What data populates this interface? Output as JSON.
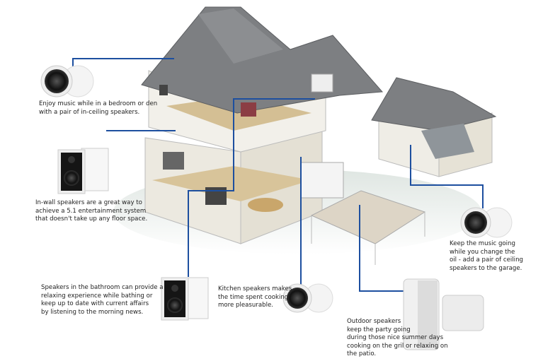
{
  "colors": {
    "connector": "#1d4f9f",
    "roof": "#7d7f82",
    "wall": "#f2f0ea",
    "floor": "#d8c49a"
  },
  "captions": {
    "bedroom": "Enjoy music while in a bedroom or den\nwith a pair of in-ceiling speakers.",
    "inwall": "In-wall speakers are a great way to\nachieve a 5.1 entertainment system\nthat doesn't take up any floor space.",
    "bathroom": "Speakers in the bathroom can provide a\nrelaxing experience while bathing or\nkeep up to date with current affairs\nby listening to the morning news.",
    "kitchen": "Kitchen speakers makes\nthe time spent cooking\nmore pleasurable.",
    "garage": "Keep the music going\nwhile you change the\noil - add a pair of ceiling\nspeakers to the garage.",
    "outdoor": "Outdoor speakers\nkeep the party going\nduring those nice summer days\ncooking on the gril or relaxing on\nthe patio."
  }
}
